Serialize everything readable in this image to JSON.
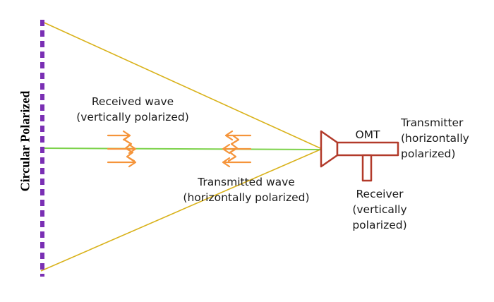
{
  "diagram": {
    "reflector_label": "Circular Polarized",
    "received_wave": {
      "line1": "Received wave",
      "line2": "(vertically polarized)"
    },
    "transmitted_wave": {
      "line1": "Transmitted wave",
      "line2": "(horizontally polarized)"
    },
    "omt_label": "OMT",
    "transmitter": {
      "line1": "Transmitter",
      "line2": "(horizontally",
      "line3": "polarized)"
    },
    "receiver": {
      "line1": "Receiver",
      "line2": "(vertically",
      "line3": "polarized)"
    }
  },
  "colors": {
    "reflector": "#7a2fb4",
    "beam_edges": "#d9b21a",
    "axis": "#7cd24a",
    "wave_arrows": "#f5943a",
    "omt": "#b23a2a"
  }
}
